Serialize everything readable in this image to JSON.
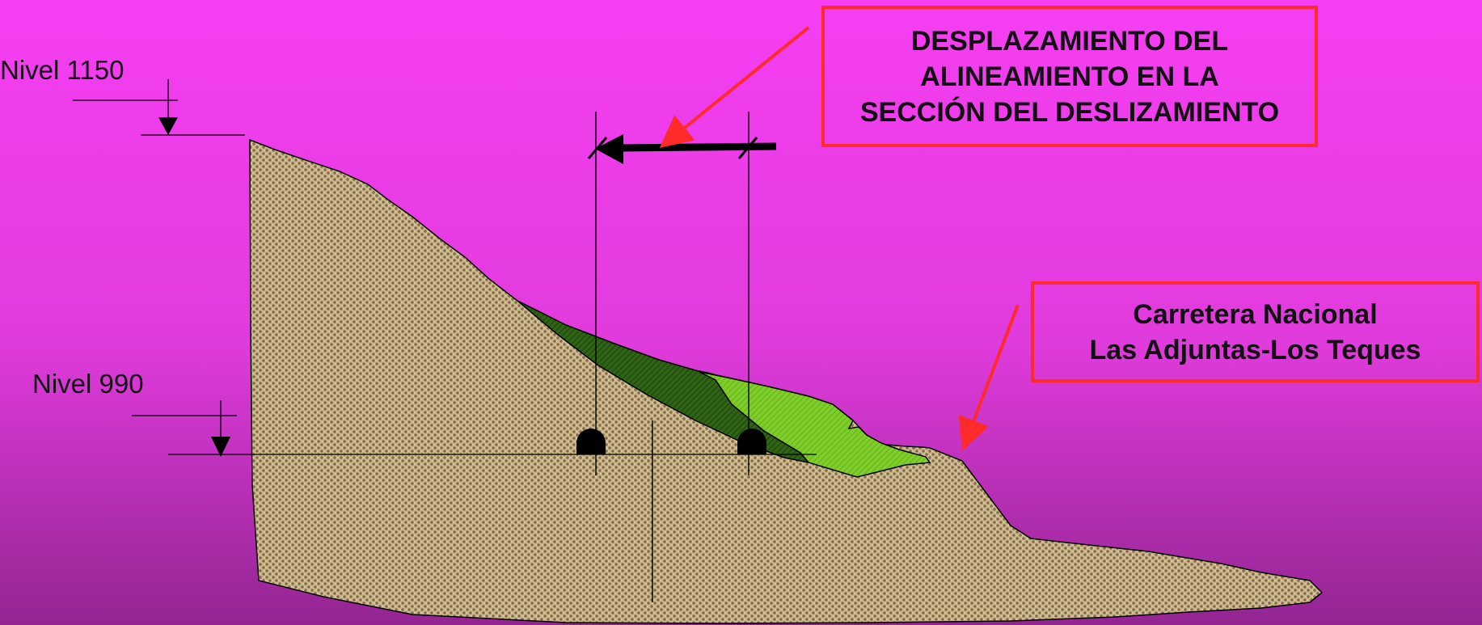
{
  "colors": {
    "background_top": "#f63ef3",
    "background_bottom": "#932592",
    "terrain_fill": "#c9b489",
    "terrain_texture": "#7a6440",
    "landslide_dark": "#2f6416",
    "landslide_light": "#7fcf2a",
    "callout_border": "#ff2a2a",
    "arrow_red": "#ff2a2a",
    "line_black": "#000000"
  },
  "levels": {
    "upper": "Nivel 1150",
    "lower": "Nivel 990"
  },
  "callouts": {
    "desplazamiento": {
      "line1": "DESPLAZAMIENTO DEL",
      "line2": "ALINEAMIENTO EN LA",
      "line3": "SECCIÓN DEL DESLIZAMIENTO"
    },
    "carretera": {
      "line1": "Carretera Nacional",
      "line2": "Las Adjuntas-Los Teques"
    }
  },
  "icons": {
    "level_marker": "down-triangle-icon",
    "displacement_arrow": "left-arrow-icon",
    "tunnel": "tunnel-section-icon"
  }
}
